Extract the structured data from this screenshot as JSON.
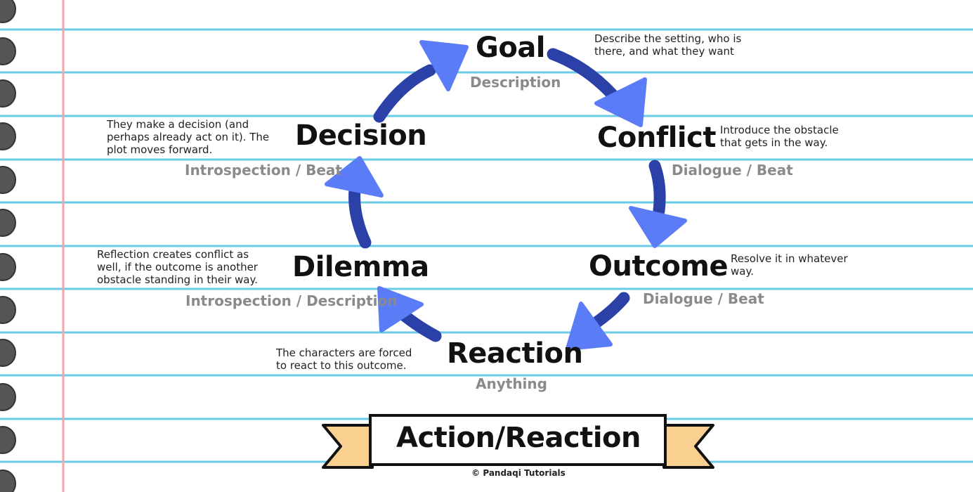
{
  "nodes": {
    "goal": {
      "title": "Goal",
      "subtitle": "Description",
      "note": [
        "Describe the setting, who is",
        "there, and what they want"
      ]
    },
    "conflict": {
      "title": "Conflict",
      "subtitle": "Dialogue / Beat",
      "note": [
        "Introduce the obstacle",
        "that gets in the way."
      ]
    },
    "outcome": {
      "title": "Outcome",
      "subtitle": "Dialogue / Beat",
      "note": [
        "Resolve it in whatever",
        "way."
      ]
    },
    "reaction": {
      "title": "Reaction",
      "subtitle": "Anything",
      "note": [
        "The characters are forced",
        "to react to this outcome."
      ]
    },
    "dilemma": {
      "title": "Dilemma",
      "subtitle": "Introspection / Description",
      "note": [
        "Reflection creates conflict as",
        "well, if the outcome is another",
        "obstacle standing in their way."
      ]
    },
    "decision": {
      "title": "Decision",
      "subtitle": "Introspection / Beat",
      "note": [
        "They make a decision (and",
        "perhaps already act on it). The",
        "plot moves forward."
      ]
    }
  },
  "banner": {
    "title": "Action/Reaction",
    "credit": "© Pandaqi Tutorials"
  },
  "colors": {
    "arrow_body": "#2b41a8",
    "arrow_head": "#5b7cf7",
    "ruled_line": "#6ccbe6",
    "margin_line": "#f2a6ab",
    "binder_hole": "#555555",
    "banner_ribbon": "#f9d08f"
  },
  "icons": {
    "binder_holes": "binder-hole-icon",
    "flow_arrows": "arrow-icon"
  }
}
